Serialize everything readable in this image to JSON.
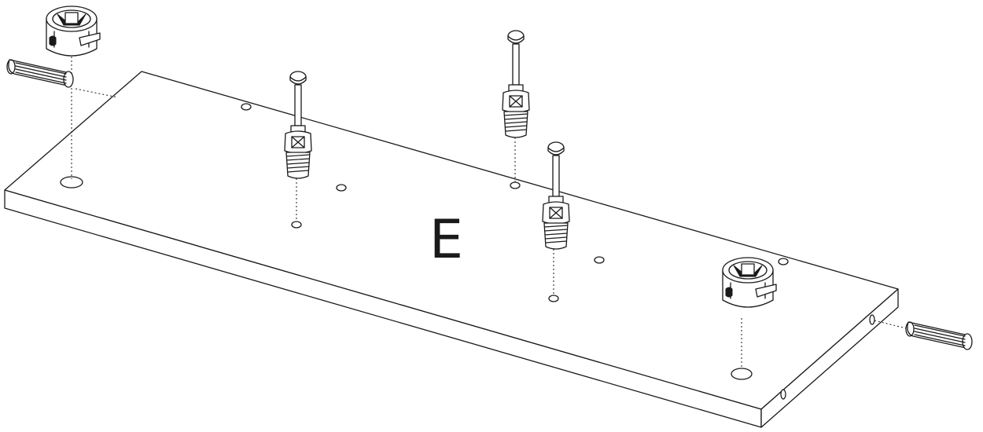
{
  "diagram": {
    "panel_label": "E",
    "parts": [
      {
        "name": "cam-lock",
        "count": 2
      },
      {
        "name": "connector-bolt",
        "count": 3
      },
      {
        "name": "wooden-dowel",
        "count": 2
      }
    ],
    "colors": {
      "ink": "#1a1a1a",
      "background": "#ffffff"
    }
  }
}
